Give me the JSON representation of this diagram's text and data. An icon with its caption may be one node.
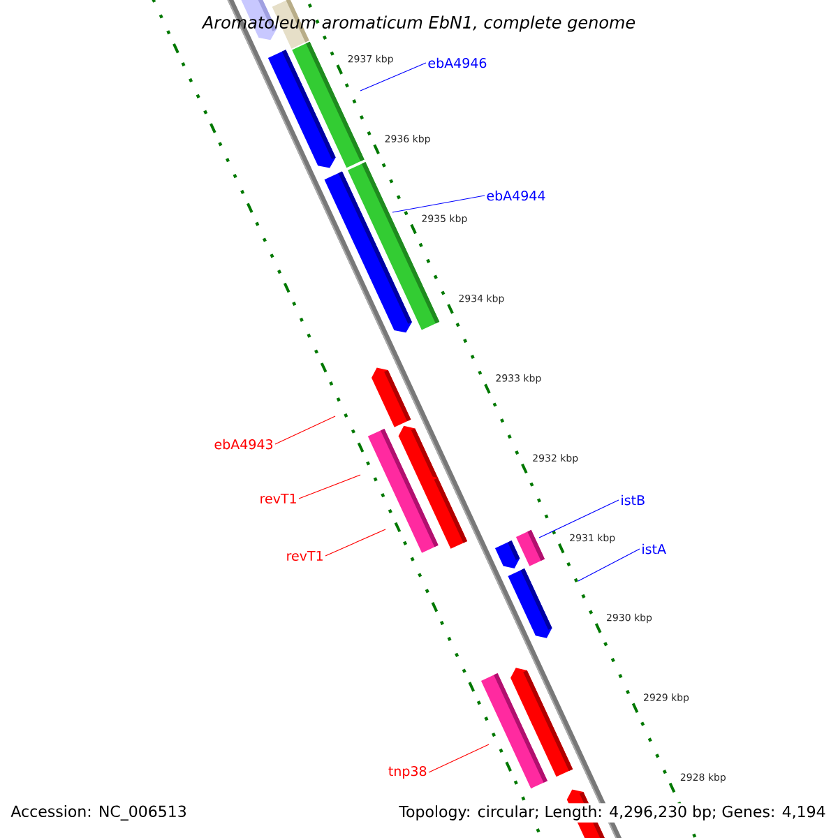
{
  "diagram": {
    "title": "Aromatoleum aromaticum EbN1, complete genome",
    "nodes": [
      {
        "text": [
          "ebA4946"
        ]
      },
      {
        "text": [
          "ebA4944"
        ]
      },
      {
        "text": [
          "ebA4943"
        ]
      },
      {
        "text": [
          "revT1"
        ]
      },
      {
        "text": [
          "istB"
        ]
      },
      {
        "text": [
          "istA"
        ]
      },
      {
        "text": [
          "revT1"
        ]
      },
      {
        "text": [
          "tnp38"
        ]
      }
    ],
    "edges": [
      {
        "from": 0,
        "to": null,
        "arrow": "none",
        "color": "#0000ff"
      },
      {
        "from": 1,
        "to": null,
        "arrow": "none",
        "color": "#0000ff"
      },
      {
        "from": 2,
        "to": null,
        "arrow": "none",
        "color": "#ff0000"
      },
      {
        "from": 3,
        "to": null,
        "arrow": "none",
        "color": "#ff0000"
      },
      {
        "from": 4,
        "to": null,
        "arrow": "none",
        "color": "#0000ff"
      },
      {
        "from": 5,
        "to": null,
        "arrow": "none",
        "color": "#0000ff"
      },
      {
        "from": 6,
        "to": null,
        "arrow": "none",
        "color": "#ff0000"
      },
      {
        "from": 7,
        "to": null,
        "arrow": "none",
        "color": "#ff0000"
      }
    ],
    "labels": [
      "2937 kbp",
      "2936 kbp",
      "2935 kbp",
      "2934 kbp",
      "2933 kbp",
      "2932 kbp",
      "2931 kbp",
      "2930 kbp",
      "2929 kbp",
      "2928 kbp",
      "Accession: NC_006513",
      "Topology: circular; Length: 4,296,230 bp; Genes: 4,194"
    ]
  }
}
